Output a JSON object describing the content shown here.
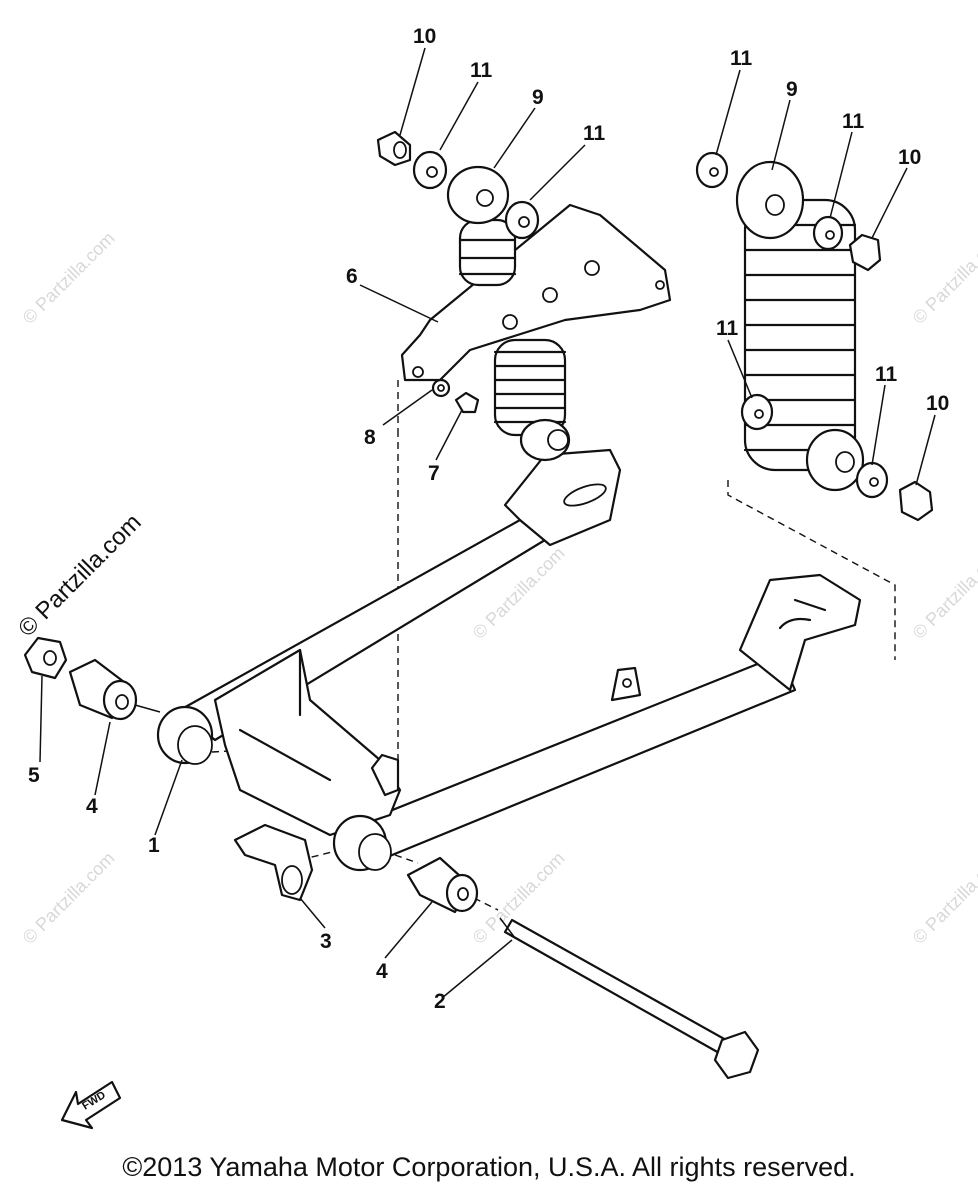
{
  "watermark": {
    "small_text": "© Partzilla.com",
    "large_text": "© Partzilla.com"
  },
  "callouts": {
    "c1": "1",
    "c2": "2",
    "c3": "3",
    "c4a": "4",
    "c4b": "4",
    "c5": "5",
    "c6": "6",
    "c7": "7",
    "c8": "8",
    "c9a": "9",
    "c9b": "9",
    "c10a": "10",
    "c10b": "10",
    "c10c": "10",
    "c11a": "11",
    "c11b": "11",
    "c11c": "11",
    "c11d": "11",
    "c11e": "11"
  },
  "fwd_label": "FWD",
  "copyright": "©2013 Yamaha Motor Corporation, U.S.A. All rights reserved."
}
